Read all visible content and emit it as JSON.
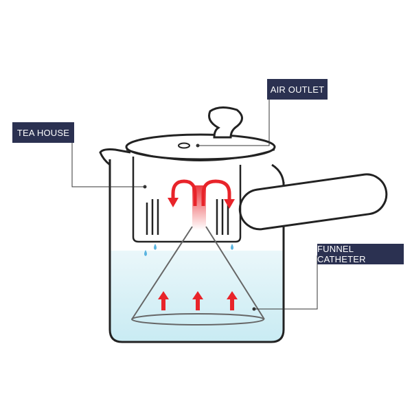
{
  "labels": {
    "air_outlet": "AIR OUTLET",
    "tea_house": "TEA HOUSE",
    "funnel_catheter": "FUNNEL CATHETER"
  },
  "colors": {
    "label_bg": "#2b3151",
    "water": "#d4eef5",
    "arrow": "#e8242a",
    "drops": "#5ab4e0"
  }
}
